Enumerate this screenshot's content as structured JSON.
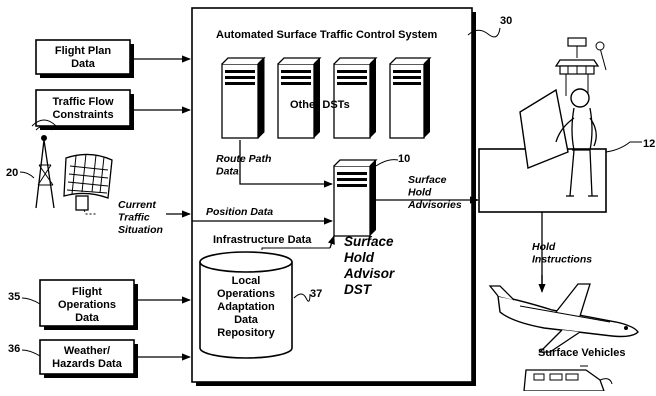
{
  "system": {
    "title": "Automated Surface Traffic Control System",
    "ref": "30"
  },
  "inputs": {
    "flight_plan": "Flight Plan\nData",
    "traffic_flow": "Traffic Flow\nConstraints",
    "flight_ops": "Flight\nOperations\nData",
    "weather": "Weather/\nHazards Data"
  },
  "refs": {
    "radar": "20",
    "flight_ops": "35",
    "weather": "36",
    "repository": "37",
    "advisor": "10",
    "tower": "12"
  },
  "labels": {
    "other_dsts": "Other DSTs",
    "route_path": "Route Path\nData",
    "current_traffic": "Current\nTraffic\nSituation",
    "position_data": "Position Data",
    "infrastructure": "Infrastructure Data",
    "repository": "Local\nOperations\nAdaptation\nData\nRepository",
    "advisor": "Surface\nHold\nAdvisor\nDST",
    "advisories": "Surface\nHold\nAdvisories",
    "hold_instructions": "Hold\nInstructions",
    "surface_vehicles": "Surface Vehicles"
  }
}
